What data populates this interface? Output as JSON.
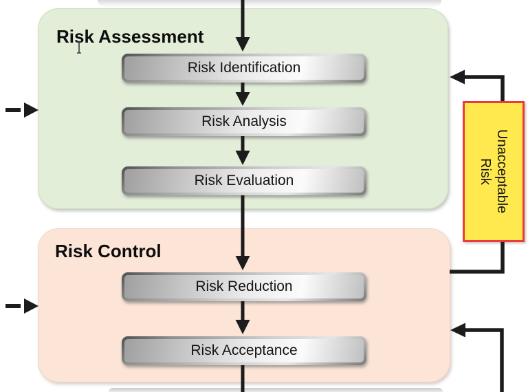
{
  "flow": {
    "sections": [
      {
        "title": "Risk Assessment",
        "fill_color": "#e2eed7",
        "steps": [
          "Risk Identification",
          "Risk Analysis",
          "Risk Evaluation"
        ]
      },
      {
        "title": "Risk Control",
        "fill_color": "#fce4d6",
        "steps": [
          "Risk Reduction",
          "Risk Acceptance"
        ]
      }
    ],
    "unacceptable_risk": {
      "lines": [
        "Unacceptable",
        "Risk"
      ],
      "fill_color": "#ffe94f",
      "border_color": "#ee3a3a"
    },
    "connectors": {
      "arrow_color": "#1c1c1c",
      "style_main": "solid",
      "style_left_inputs": "dashed"
    },
    "icons": {
      "cursor": "text-ibeam-cursor-icon",
      "flow_arrows": "arrow-down-icon",
      "loop_arrows": "arrow-left-icon"
    }
  }
}
